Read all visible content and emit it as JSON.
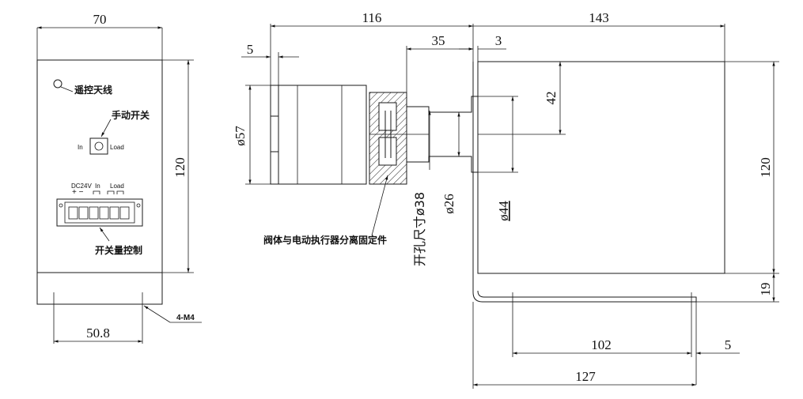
{
  "labels": {
    "antenna": "遥控天线",
    "manual_switch": "手动开关",
    "in_small": "In",
    "load_small": "Load",
    "dc24v": "DC24V",
    "plus_minus": "+ −",
    "in_terminal": "In",
    "load_terminal": "Load",
    "switch_control": "开关量控制",
    "screw": "4-M4",
    "valve_note": "阀体与电动执行器分离固定件",
    "hole_size": "开孔尺寸ø38"
  },
  "dimensions": {
    "front_width": "70",
    "front_height": "120",
    "front_hole_spacing": "50.8",
    "side_total": "116",
    "flange_thk": "5",
    "coupler": "35",
    "gap": "3",
    "dia_57": "ø57",
    "dia_26": "ø26",
    "dia_44": "ø44",
    "side_width": "143",
    "side_42": "42",
    "side_height": "120",
    "base_19": "19",
    "base_102": "102",
    "base_5": "5",
    "base_127": "127"
  },
  "colors": {
    "line": "#1a1a1a",
    "background": "#ffffff"
  }
}
